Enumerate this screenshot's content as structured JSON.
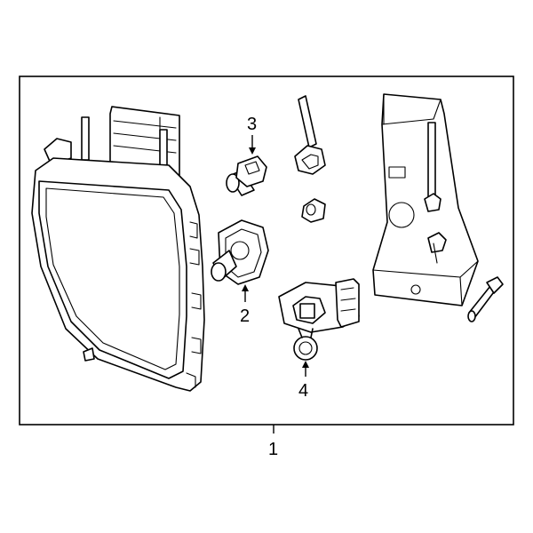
{
  "callouts": {
    "assembly": "1",
    "bulb_small": "2",
    "screw": "3",
    "bulb_main": "4"
  },
  "colors": {
    "line": "#000000",
    "background": "#ffffff"
  }
}
